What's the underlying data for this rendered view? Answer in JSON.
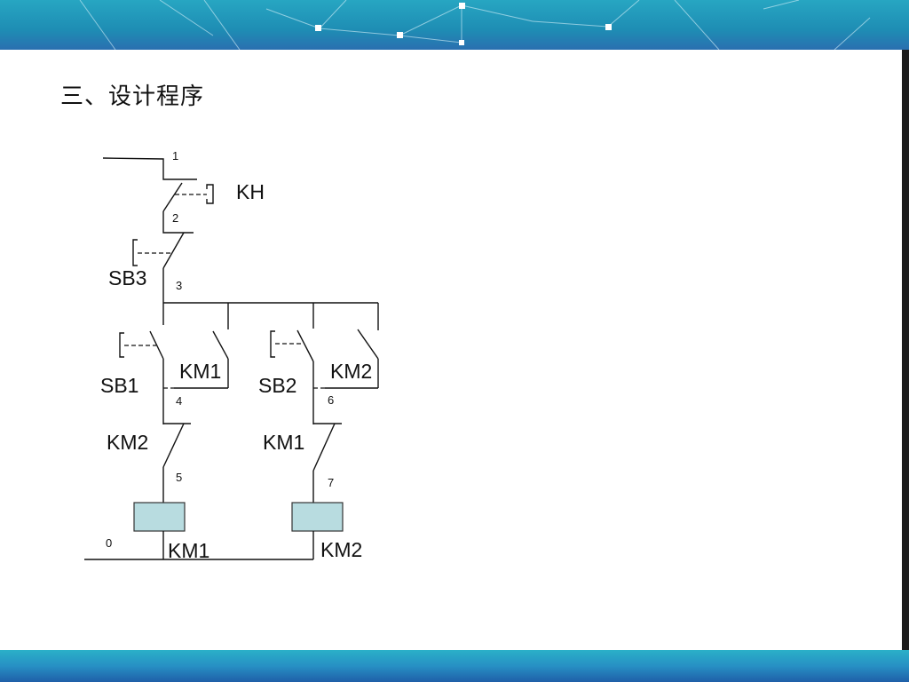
{
  "slide": {
    "title": "三、设计程序",
    "colors": {
      "banner_top": "#1a8fb0",
      "banner_bottom": "#2a93c4",
      "coil_fill": "#b8dce0",
      "line": "#111111"
    }
  },
  "circuit": {
    "component_labels": {
      "kh": "KH",
      "sb3": "SB3",
      "sb1": "SB1",
      "sb2": "SB2",
      "km1_hold": "KM1",
      "km2_hold": "KM2",
      "km2_interlock": "KM2",
      "km1_interlock": "KM1",
      "coil_km1": "KM1",
      "coil_km2": "KM2"
    },
    "node_numbers": {
      "n0": "0",
      "n1": "1",
      "n2": "2",
      "n3": "3",
      "n4": "4",
      "n5": "5",
      "n6": "6",
      "n7": "7"
    }
  }
}
